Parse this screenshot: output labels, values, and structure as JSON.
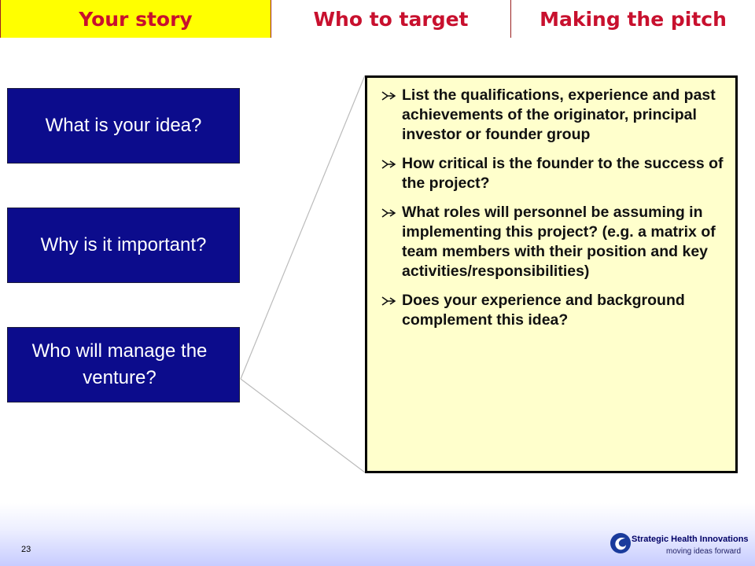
{
  "tabs": [
    {
      "label": "Your story",
      "active": true
    },
    {
      "label": "Who to target",
      "active": false
    },
    {
      "label": "Making the pitch",
      "active": false
    }
  ],
  "questions": [
    "What is your idea?",
    "Why is it important?",
    "Who will manage the venture?"
  ],
  "details": [
    "List the qualifications, experience and past achievements of the originator, principal investor or founder group",
    "How critical is the founder to the success of the project?",
    "What roles will personnel be assuming in implementing this project?  (e.g. a matrix of team members with their position and key activities/responsibilities)",
    "Does your experience and background complement this idea?"
  ],
  "footer": {
    "page_number": "23",
    "org_name": "Strategic Health Innovations",
    "tagline": "moving ideas forward"
  },
  "colors": {
    "tab_active_bg": "#ffff00",
    "tab_text": "#c8102e",
    "question_box_bg": "#0c0c8c",
    "detail_box_bg": "#ffffcc"
  }
}
